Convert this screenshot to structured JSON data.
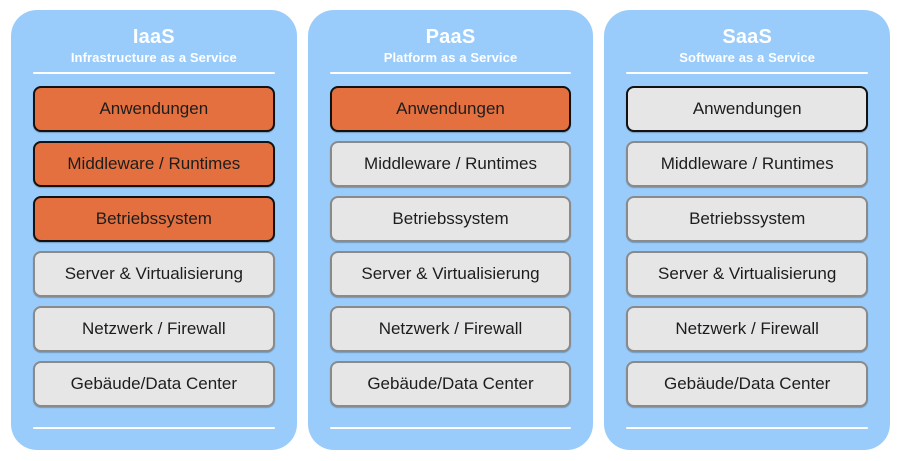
{
  "diagram": {
    "background_color": "#ffffff",
    "panel_color": "#9ACCFB",
    "provider_color": "#E3703E",
    "customer_color": "#E6E6E6",
    "panels": [
      {
        "title": "IaaS",
        "subtitle": "Infrastructure as a Service",
        "layers": [
          {
            "label": "Anwendungen",
            "kind": "provider"
          },
          {
            "label": "Middleware / Runtimes",
            "kind": "provider"
          },
          {
            "label": "Betriebssystem",
            "kind": "provider"
          },
          {
            "label": "Server & Virtualisierung",
            "kind": "customer"
          },
          {
            "label": "Netzwerk / Firewall",
            "kind": "customer"
          },
          {
            "label": "Gebäude/Data Center",
            "kind": "customer"
          }
        ]
      },
      {
        "title": "PaaS",
        "subtitle": "Platform as a Service",
        "layers": [
          {
            "label": "Anwendungen",
            "kind": "provider"
          },
          {
            "label": "Middleware / Runtimes",
            "kind": "customer"
          },
          {
            "label": "Betriebssystem",
            "kind": "customer"
          },
          {
            "label": "Server & Virtualisierung",
            "kind": "customer"
          },
          {
            "label": "Netzwerk / Firewall",
            "kind": "customer"
          },
          {
            "label": "Gebäude/Data Center",
            "kind": "customer"
          }
        ]
      },
      {
        "title": "SaaS",
        "subtitle": "Software as a Service",
        "layers": [
          {
            "label": "Anwendungen",
            "kind": "customer-strong"
          },
          {
            "label": "Middleware / Runtimes",
            "kind": "customer"
          },
          {
            "label": "Betriebssystem",
            "kind": "customer"
          },
          {
            "label": "Server & Virtualisierung",
            "kind": "customer"
          },
          {
            "label": "Netzwerk / Firewall",
            "kind": "customer"
          },
          {
            "label": "Gebäude/Data Center",
            "kind": "customer"
          }
        ]
      }
    ]
  }
}
